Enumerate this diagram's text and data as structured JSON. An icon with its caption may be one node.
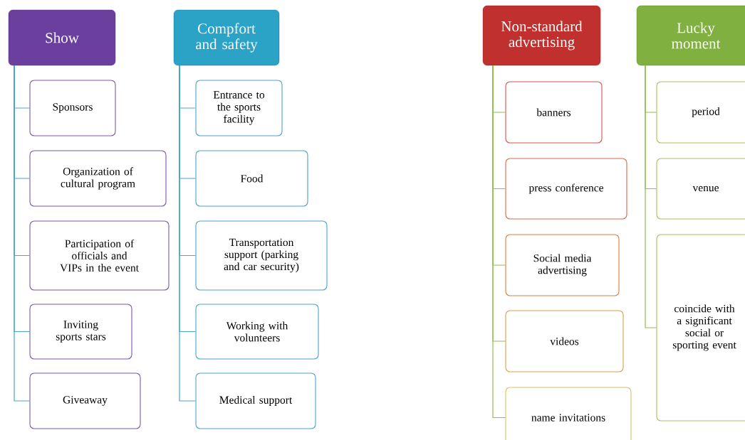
{
  "diagram": {
    "nodes": [
      {
        "text": [
          "Show"
        ]
      },
      {
        "text": [
          "Sponsors"
        ]
      },
      {
        "text": [
          "Organization of cultural program"
        ]
      },
      {
        "text": [
          "Participation of officials and VIPs in the event"
        ]
      },
      {
        "text": [
          "Inviting sports stars"
        ]
      },
      {
        "text": [
          "Giveaway"
        ]
      },
      {
        "text": [
          "Compfort and safety"
        ]
      },
      {
        "text": [
          "Entrance to the sports facility"
        ]
      },
      {
        "text": [
          "Food"
        ]
      },
      {
        "text": [
          "Transportation support (parking and car security)"
        ]
      },
      {
        "text": [
          "Working with volunteers"
        ]
      },
      {
        "text": [
          "Medical support"
        ]
      },
      {
        "text": [
          "Non-standard advertising"
        ]
      },
      {
        "text": [
          "banners"
        ]
      },
      {
        "text": [
          "press conference"
        ]
      },
      {
        "text": [
          "Social media advertising"
        ]
      },
      {
        "text": [
          "videos"
        ]
      },
      {
        "text": [
          "name invitations"
        ]
      },
      {
        "text": [
          "Lucky moment"
        ]
      },
      {
        "text": [
          "period"
        ]
      },
      {
        "text": [
          "venue"
        ]
      },
      {
        "text": [
          "coincide with a significant social or sporting event"
        ]
      }
    ],
    "edges": [
      {
        "from": 0,
        "to": 1,
        "arrow": "none"
      },
      {
        "from": 0,
        "to": 2,
        "arrow": "none"
      },
      {
        "from": 0,
        "to": 3,
        "arrow": "none"
      },
      {
        "from": 0,
        "to": 4,
        "arrow": "none"
      },
      {
        "from": 0,
        "to": 5,
        "arrow": "none"
      },
      {
        "from": 6,
        "to": 7,
        "arrow": "none"
      },
      {
        "from": 6,
        "to": 8,
        "arrow": "none"
      },
      {
        "from": 6,
        "to": 9,
        "arrow": "none"
      },
      {
        "from": 6,
        "to": 10,
        "arrow": "none"
      },
      {
        "from": 6,
        "to": 11,
        "arrow": "none"
      },
      {
        "from": 12,
        "to": 13,
        "arrow": "none",
        "color": "#8fc050"
      },
      {
        "from": 12,
        "to": 14,
        "arrow": "none",
        "color": "#8fc050"
      },
      {
        "from": 12,
        "to": 15,
        "arrow": "none",
        "color": "#8fc050"
      },
      {
        "from": 12,
        "to": 16,
        "arrow": "none",
        "color": "#8fc050"
      },
      {
        "from": 12,
        "to": 17,
        "arrow": "none",
        "color": "#8fc050"
      },
      {
        "from": 18,
        "to": 19,
        "arrow": "none",
        "color": "#8fc050"
      },
      {
        "from": 18,
        "to": 20,
        "arrow": "none",
        "color": "#8fc050"
      },
      {
        "from": 18,
        "to": 21,
        "arrow": "none",
        "color": "#8fc050"
      }
    ]
  }
}
